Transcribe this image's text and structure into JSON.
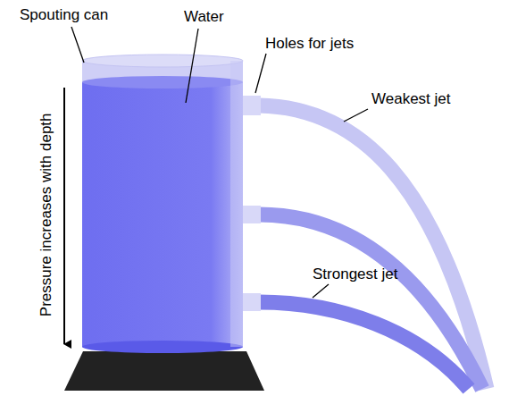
{
  "diagram": {
    "labels": [
      "Spouting can",
      "Water",
      "Holes for jets",
      "Weakest jet",
      "Strongest jet",
      "Pressure increases with depth"
    ]
  }
}
